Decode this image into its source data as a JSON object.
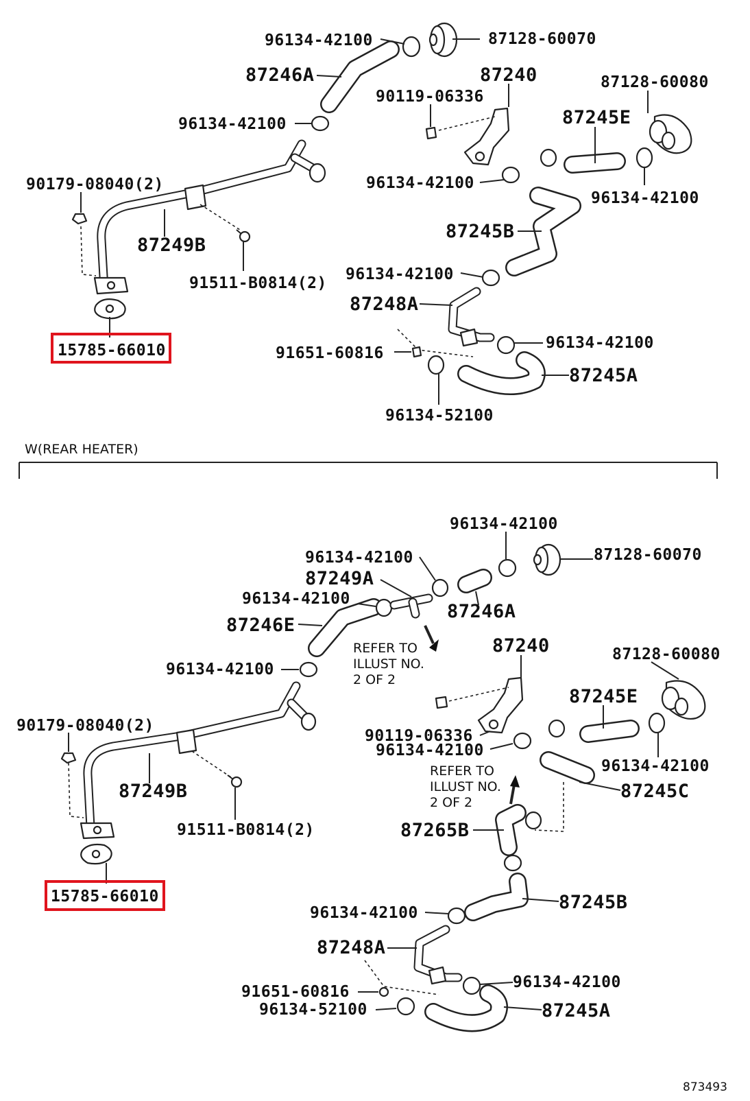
{
  "colors": {
    "highlight": "#e0141d",
    "ink": "#222222",
    "background": "#ffffff"
  },
  "upper": {
    "labels": {
      "clamp_a": "96134-42100",
      "grommet_top": "87128-60070",
      "hose_246a": "87246A",
      "bracket_240": "87240",
      "bolt_90119": "90119-06336",
      "grommet_right": "87128-60080",
      "clamp_b": "96134-42100",
      "hose_245e": "87245E",
      "nut_90179": "90179-08040(2)",
      "clamp_c": "96134-42100",
      "clamp_d": "96134-42100",
      "pipe_249b": "87249B",
      "hose_245b": "87245B",
      "bolt_91511": "91511-B0814(2)",
      "clamp_e": "96134-42100",
      "pipe_248a": "87248A",
      "gasket": "15785-66010",
      "bolt_91651": "91651-60816",
      "clamp_f": "96134-42100",
      "hose_245a": "87245A",
      "clamp_g": "96134-52100"
    }
  },
  "section_title": "W(REAR HEATER)",
  "lower": {
    "labels": {
      "clamp_a": "96134-42100",
      "clamp_b": "96134-42100",
      "grommet_top": "87128-60070",
      "pipe_249a": "87249A",
      "clamp_c": "96134-42100",
      "hose_246a": "87246A",
      "hose_246e": "87246E",
      "refer_1": "REFER TO\nILLUST NO.\n2 OF 2",
      "bracket_240": "87240",
      "grommet_right": "87128-60080",
      "clamp_d": "96134-42100",
      "hose_245e": "87245E",
      "nut_90179": "90179-08040(2)",
      "bolt_90119": "90119-06336",
      "clamp_e": "96134-42100",
      "clamp_f": "96134-42100",
      "pipe_249b": "87249B",
      "hose_245c": "87245C",
      "refer_2": "REFER TO\nILLUST NO.\n2 OF 2",
      "bolt_91511": "91511-B0814(2)",
      "hose_265b": "87265B",
      "gasket": "15785-66010",
      "hose_245b": "87245B",
      "clamp_g": "96134-42100",
      "pipe_248a": "87248A",
      "clamp_h": "96134-42100",
      "bolt_91651": "91651-60816",
      "clamp_i": "96134-52100",
      "hose_245a": "87245A"
    }
  },
  "figure_number": "873493",
  "highlighted_parts": [
    "15785-66010",
    "15785-66010"
  ]
}
